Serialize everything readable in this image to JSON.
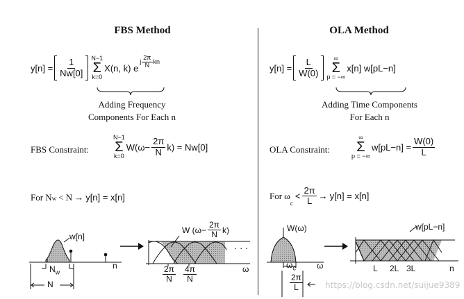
{
  "fbs": {
    "title": "FBS Method",
    "eq_lhs": "y[n] =",
    "eq_frac_num": "1",
    "eq_frac_den": "Nw[0]",
    "eq_sum_top": "N−1",
    "eq_sum_bottom": "k=0",
    "eq_term": "X(n, k) e",
    "eq_exp_prefix": "j",
    "eq_exp_num": "2π",
    "eq_exp_den": "N",
    "eq_exp_suffix": "kn",
    "brace_caption_1": "Adding Frequency",
    "brace_caption_2": "Components For Each n",
    "constraint_label": "FBS Constraint:",
    "constraint_sum_top": "N−1",
    "constraint_sum_bottom": "k=0",
    "constraint_term_a": "W(ω−",
    "constraint_frac_num": "2π",
    "constraint_frac_den": "N",
    "constraint_term_b": "k) = Nw[0]",
    "condition_prefix": "For N",
    "condition_sub": "w",
    "condition_mid": "< N",
    "condition_result": "y[n] = x[n]",
    "fig_w_label": "w[n]",
    "fig_n_label": "n",
    "fig_Nw_label": "N",
    "fig_Nw_sub": "w",
    "fig_N_label": "N",
    "fig_W_label": "W (ω−",
    "fig_W_frac_num": "2π",
    "fig_W_frac_den": "N",
    "fig_W_suffix": "k)",
    "fig_dots": "· · ·",
    "fig_tick1_num": "2π",
    "fig_tick1_den": "N",
    "fig_tick2_num": "4π",
    "fig_tick2_den": "N",
    "fig_omega": "ω"
  },
  "ola": {
    "title": "OLA Method",
    "eq_lhs": "y[n] =",
    "eq_frac_num": "L",
    "eq_frac_den": "W(0)",
    "eq_sum_top": "∞",
    "eq_sum_bottom": "p = −∞",
    "eq_term": "x[n] w[pL−n]",
    "brace_caption_1": "Adding Time Components",
    "brace_caption_2": "For Each n",
    "constraint_label": "OLA Constraint:",
    "constraint_sum_top": "∞",
    "constraint_sum_bottom": "p = −∞",
    "constraint_term": "w[pL−n] =",
    "constraint_frac_num": "W(0)",
    "constraint_frac_den": "L",
    "condition_prefix": "For ω",
    "condition_sub": "c",
    "condition_mid": "<",
    "condition_frac_num": "2π",
    "condition_frac_den": "L",
    "condition_result": "y[n] = x[n]",
    "fig_W_label": "W(ω)",
    "fig_omega_c": "ω",
    "fig_omega_c_sub": "c",
    "fig_omega": "ω",
    "fig_2piL_num": "2π",
    "fig_2piL_den": "L",
    "fig_wpl_label": "w[pL−n]",
    "fig_L": "L",
    "fig_2L": "2L",
    "fig_3L": "3L",
    "fig_n": "n"
  },
  "watermark": "https://blog.csdn.net/suijue9389"
}
